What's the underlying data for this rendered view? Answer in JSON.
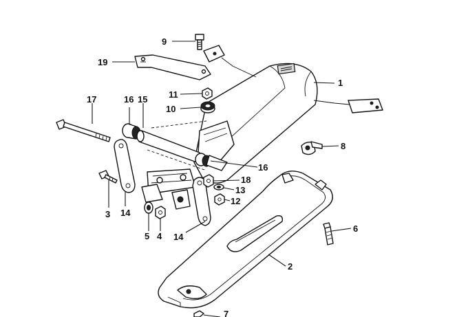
{
  "diagram": {
    "callouts": [
      {
        "id": "1",
        "text": "1"
      },
      {
        "id": "2",
        "text": "2"
      },
      {
        "id": "3",
        "text": "3"
      },
      {
        "id": "4",
        "text": "4"
      },
      {
        "id": "5",
        "text": "5"
      },
      {
        "id": "6",
        "text": "6"
      },
      {
        "id": "7",
        "text": "7"
      },
      {
        "id": "8",
        "text": "8"
      },
      {
        "id": "9",
        "text": "9"
      },
      {
        "id": "10",
        "text": "10"
      },
      {
        "id": "11",
        "text": "11"
      },
      {
        "id": "12",
        "text": "12"
      },
      {
        "id": "13",
        "text": "13"
      },
      {
        "id": "14a",
        "text": "14"
      },
      {
        "id": "14b",
        "text": "14"
      },
      {
        "id": "15",
        "text": "15"
      },
      {
        "id": "16a",
        "text": "16"
      },
      {
        "id": "16b",
        "text": "16"
      },
      {
        "id": "17",
        "text": "17"
      },
      {
        "id": "18",
        "text": "18"
      },
      {
        "id": "19",
        "text": "19"
      }
    ]
  }
}
